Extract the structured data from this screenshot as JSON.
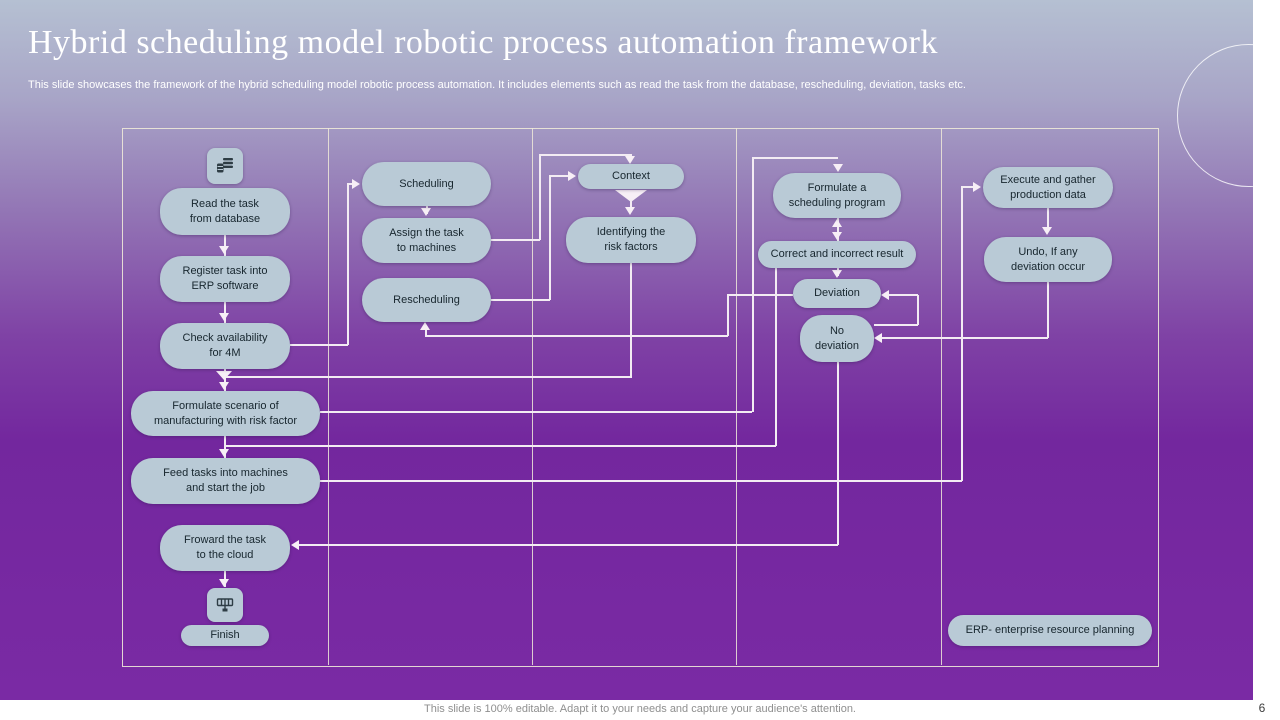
{
  "slide": {
    "title": "Hybrid scheduling model robotic process automation framework",
    "subtitle": "This slide showcases the framework of the hybrid scheduling model robotic process automation. It includes elements such as read the task from the database, rescheduling, deviation, tasks etc.",
    "footer": "This slide is 100% editable. Adapt it to your needs and capture your audience's attention.",
    "page_number": "6"
  },
  "colors": {
    "background_top": "#b5c0d2",
    "background_bottom": "#7a2aa4",
    "node_fill": "#b9cad6",
    "node_text": "#17262e",
    "connector": "#f3ecf3",
    "frame_border": "#eee9d8"
  },
  "icons": {
    "top_icon": "database-stack-icon",
    "finish_icon": "machine-icon"
  },
  "flowchart": {
    "nodes": {
      "read_task": "Read the task\nfrom database",
      "register_task": "Register task into\nERP software",
      "check_availability": "Check availability\nfor 4M",
      "formulate_scenario": "Formulate scenario of\nmanufacturing with risk factor",
      "feed_tasks": "Feed tasks into machines\nand start the job",
      "forward_task": "Froward the task\nto the cloud",
      "finish": "Finish",
      "scheduling": "Scheduling",
      "assign_task": "Assign the task\nto machines",
      "rescheduling": "Rescheduling",
      "context": "Context",
      "identify_risk": "Identifying the\nrisk factors",
      "formulate_program": "Formulate a\nscheduling program",
      "correct_result": "Correct and incorrect  result",
      "deviation": "Deviation",
      "no_deviation": "No\ndeviation",
      "execute_gather": "Execute  and gather\nproduction data",
      "undo": "Undo, If any\ndeviation occur",
      "erp_legend": "ERP- enterprise resource planning"
    },
    "edges": [
      "read_task -> register_task",
      "register_task -> check_availability",
      "check_availability -> formulate_scenario",
      "check_availability -> scheduling",
      "scheduling -> assign_task",
      "assign_task -> context",
      "rescheduling -> context",
      "context -> identify_risk",
      "identify_risk -> formulate_scenario",
      "formulate_scenario -> feed_tasks",
      "formulate_scenario -> formulate_program",
      "formulate_program -> correct_result",
      "correct_result -> deviation",
      "correct_result -> feed_tasks",
      "deviation -> rescheduling",
      "no_deviation -> deviation",
      "undo -> no_deviation",
      "feed_tasks -> execute_gather",
      "execute_gather -> undo",
      "no_deviation -> forward_task",
      "forward_task -> finish"
    ]
  }
}
